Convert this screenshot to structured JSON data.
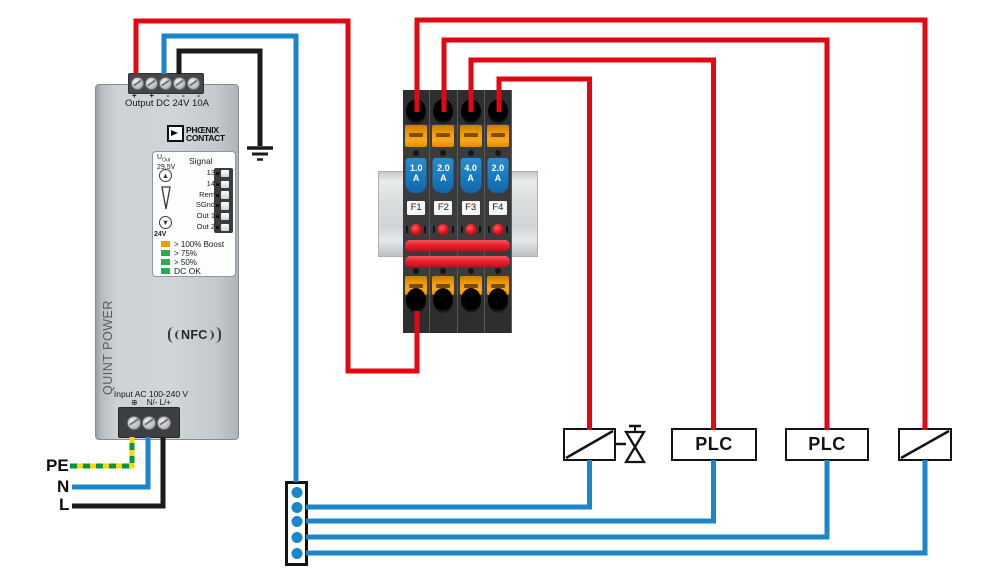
{
  "psu": {
    "brand_line1": "PHŒNIX",
    "brand_line2": "CONTACT",
    "output_label": "Output DC 24V 10A",
    "polarity": [
      "+",
      "+",
      "-",
      "-",
      "-"
    ],
    "u_symbol": "U",
    "u_sub": "Out",
    "u_value": "29,5V",
    "signal_title": "Signal",
    "signal_pins": [
      "13",
      "14",
      "Rem",
      "SGnd",
      "Out 1",
      "Out 2"
    ],
    "pot_max": "24V",
    "up_arrow": "▲",
    "down_arrow": "▼",
    "led_legend": [
      {
        "label": "> 100% Boost",
        "color": "#f59b00"
      },
      {
        "label": "> 75%",
        "color": "#2faa4a"
      },
      {
        "label": "> 50%",
        "color": "#2faa4a"
      },
      {
        "label": "DC OK",
        "color": "#2faa4a"
      }
    ],
    "side_label": "QUINT POWER",
    "nfc_label": "NFC",
    "input_label": "Input AC 100-240 V",
    "input_earth_symbol": "⊕",
    "input_terminal_label": "N/-  L/+"
  },
  "breakers": [
    {
      "id": "F1",
      "rating": "1.0",
      "unit": "A"
    },
    {
      "id": "F2",
      "rating": "2.0",
      "unit": "A"
    },
    {
      "id": "F3",
      "rating": "4.0",
      "unit": "A"
    },
    {
      "id": "F4",
      "rating": "2.0",
      "unit": "A"
    }
  ],
  "mains": [
    {
      "label": "PE"
    },
    {
      "label": "N"
    },
    {
      "label": "L"
    }
  ],
  "loads": [
    {
      "type": "solenoid-valve",
      "label": ""
    },
    {
      "type": "plc",
      "label": "PLC"
    },
    {
      "type": "plc",
      "label": "PLC"
    },
    {
      "type": "relay-coil",
      "label": ""
    }
  ],
  "colors": {
    "wire_red": "#e30613",
    "wire_blue": "#1b86c9",
    "wire_black": "#1a1a1a",
    "pe_yellow": "#ffd500",
    "pe_green": "#009640",
    "clamp_orange": "#f59b00",
    "rating_tag_blue": "#1878be",
    "busbar_red": "#e8232d",
    "led_red": "#e30613",
    "led_green": "#2faa4a",
    "led_orange": "#f59b00"
  }
}
